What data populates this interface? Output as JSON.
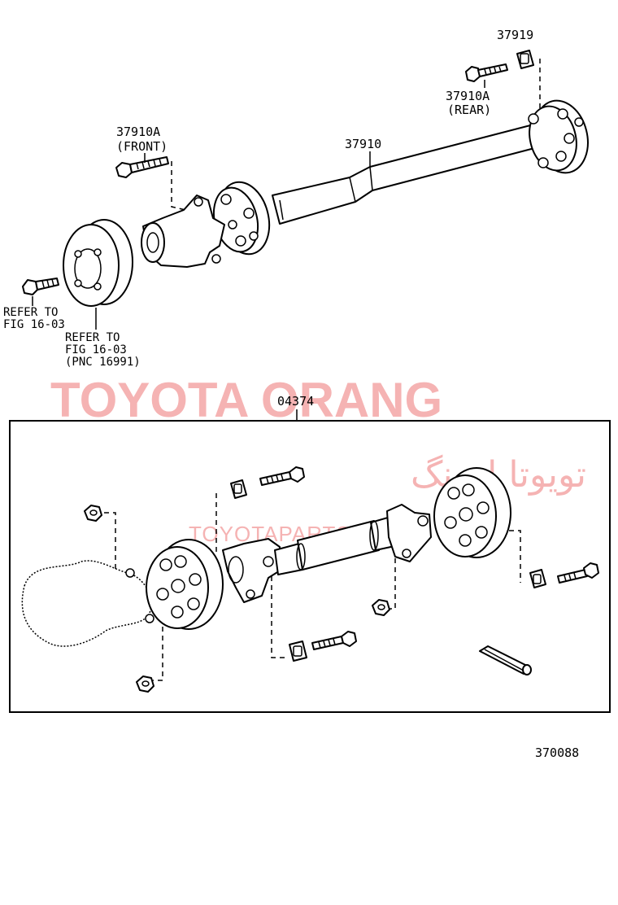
{
  "labels": {
    "part_37919": "37919",
    "part_37910a_rear": "37910A",
    "rear_note": "(REAR)",
    "part_37910a_front": "37910A",
    "front_note": "(FRONT)",
    "part_37910": "37910",
    "refer_bolt_line1": "REFER TO",
    "refer_bolt_line2": "FIG 16-03",
    "refer_pulley_line1": "REFER TO",
    "refer_pulley_line2": "FIG 16-03",
    "refer_pulley_line3": "(PNC 16991)",
    "part_04374": "04374",
    "figure_number": "370088"
  },
  "watermarks": {
    "main": "TOYOTA ORANG",
    "persian": "تویوتا اورنگ",
    "site": "TOYOTAPARTS.IR"
  },
  "colors": {
    "watermark": "#f4a6a6",
    "line": "#000000"
  }
}
